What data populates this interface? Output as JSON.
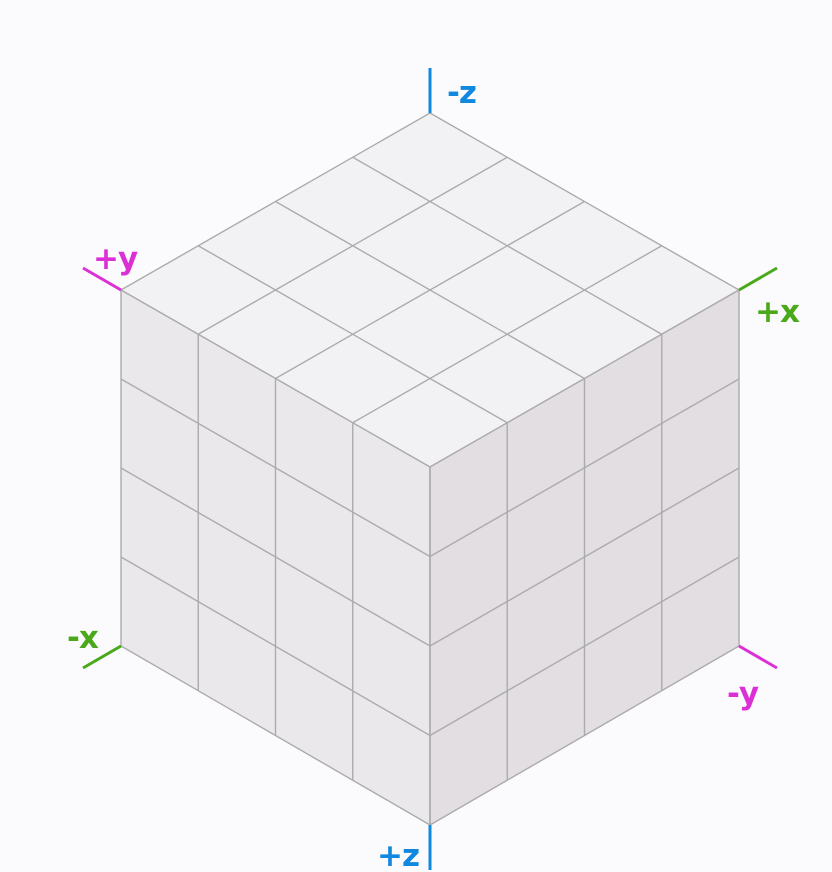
{
  "colors": {
    "background": "#fbfbfd",
    "top_face": "#f2f2f4",
    "left_face": "#ebe8eb",
    "right_face": "#e2dee2",
    "grid_line": "#ababab",
    "x_axis": "#4ba81a",
    "y_axis": "#db30d6",
    "z_axis": "#1088e0"
  },
  "cube": {
    "divisions": 4
  },
  "axes": {
    "neg_z": {
      "label": "-z",
      "color_key": "z_axis"
    },
    "pos_z": {
      "label": "+z",
      "color_key": "z_axis"
    },
    "pos_y": {
      "label": "+y",
      "color_key": "y_axis"
    },
    "neg_y": {
      "label": "-y",
      "color_key": "y_axis"
    },
    "pos_x": {
      "label": "+x",
      "color_key": "x_axis"
    },
    "neg_x": {
      "label": "-x",
      "color_key": "x_axis"
    }
  }
}
